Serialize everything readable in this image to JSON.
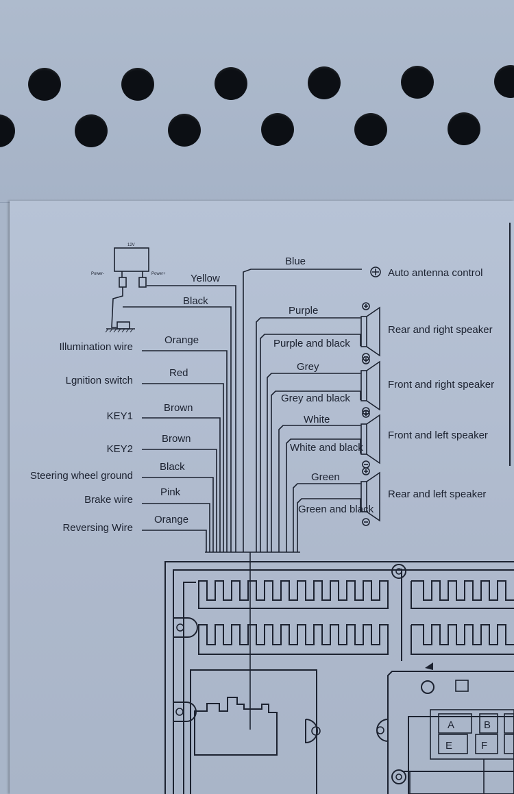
{
  "power": {
    "v12": "12V",
    "power_minus": "Power-",
    "power_plus": "Power+"
  },
  "left_functions": [
    {
      "name": "Illumination wire",
      "color": "Orange"
    },
    {
      "name": "Lgnition switch",
      "color": "Red"
    },
    {
      "name": "KEY1",
      "color": "Brown"
    },
    {
      "name": "KEY2",
      "color": "Brown"
    },
    {
      "name": "Steering wheel ground",
      "color": "Black"
    },
    {
      "name": "Brake wire",
      "color": "Pink"
    },
    {
      "name": "Reversing Wire",
      "color": "Orange"
    }
  ],
  "top_wires": {
    "yellow": "Yellow",
    "black": "Black",
    "blue": "Blue",
    "antenna": "Auto antenna control"
  },
  "speakers": [
    {
      "name": "Rear and right speaker",
      "pos": "Purple",
      "neg": "Purple and black"
    },
    {
      "name": "Front and right speaker",
      "pos": "Grey",
      "neg": "Grey and black"
    },
    {
      "name": "Front and left speaker",
      "pos": "White",
      "neg": "White and black"
    },
    {
      "name": "Rear and left speaker",
      "pos": "Green",
      "neg": "Green and black"
    }
  ],
  "connector_pins": [
    "A",
    "B",
    "E",
    "F"
  ]
}
